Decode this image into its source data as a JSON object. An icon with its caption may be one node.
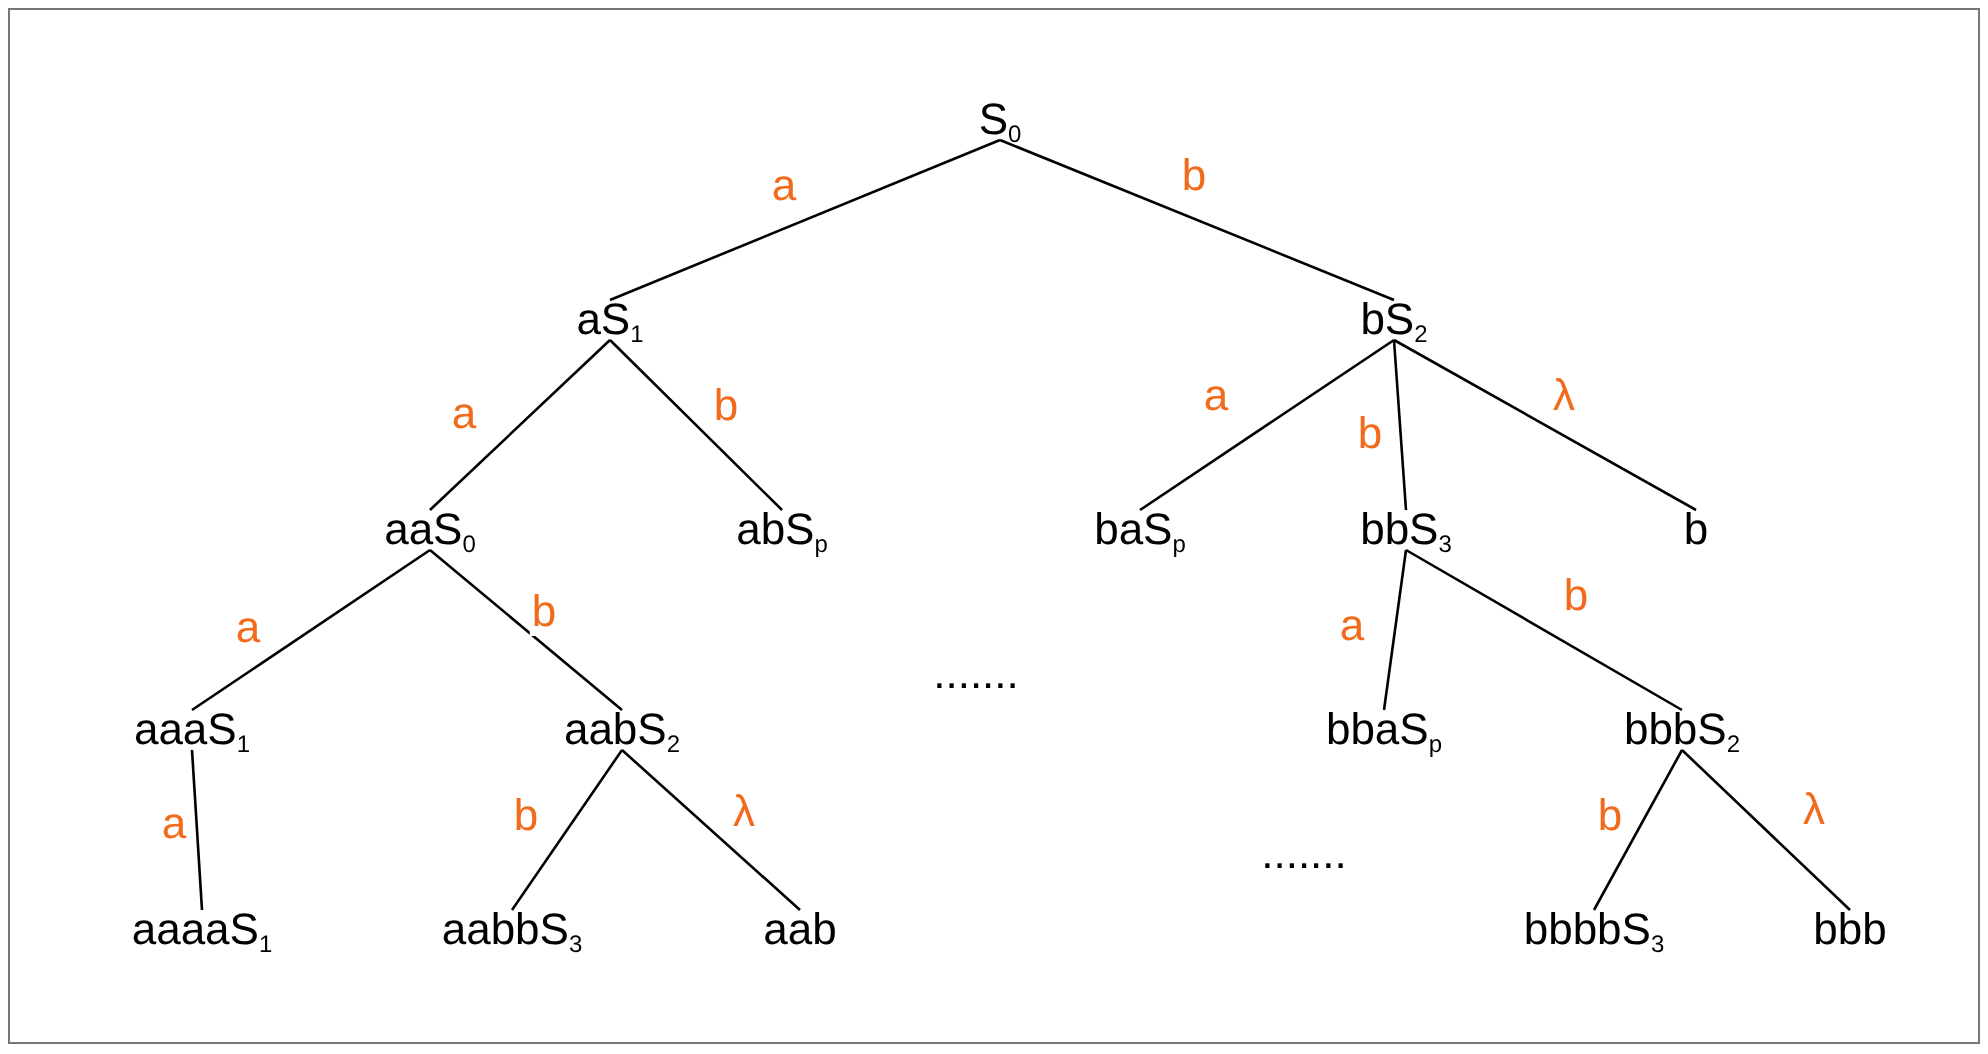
{
  "diagram": {
    "nodes": [
      {
        "text": [
          "S$_{0}$"
        ]
      },
      {
        "text": [
          "aS$_{1}$"
        ]
      },
      {
        "text": [
          "bS$_{2}$"
        ]
      },
      {
        "text": [
          "aaS$_{0}$"
        ]
      },
      {
        "text": [
          "abS$_{p}$"
        ]
      },
      {
        "text": [
          "baS$_{p}$"
        ]
      },
      {
        "text": [
          "bbS$_{3}$"
        ]
      },
      {
        "text": [
          "b"
        ]
      },
      {
        "text": [
          "aaaS$_{1}$"
        ]
      },
      {
        "text": [
          "aabS$_{2}$"
        ]
      },
      {
        "text": [
          "bbaS$_{p}$"
        ]
      },
      {
        "text": [
          "bbbS$_{2}$"
        ]
      },
      {
        "text": [
          "aaaaS$_{1}$"
        ]
      },
      {
        "text": [
          "aabbS$_{3}$"
        ]
      },
      {
        "text": [
          "aab"
        ]
      },
      {
        "text": [
          "bbbbS$_{3}$"
        ]
      },
      {
        "text": [
          "bbb"
        ]
      }
    ],
    "edges": [
      {
        "from": 0,
        "to": 1,
        "arrow": "none",
        "label": "a"
      },
      {
        "from": 0,
        "to": 2,
        "arrow": "none",
        "label": "b"
      },
      {
        "from": 1,
        "to": 3,
        "arrow": "none",
        "label": "a"
      },
      {
        "from": 1,
        "to": 4,
        "arrow": "none",
        "label": "b"
      },
      {
        "from": 2,
        "to": 5,
        "arrow": "none",
        "label": "a"
      },
      {
        "from": 2,
        "to": 6,
        "arrow": "none",
        "label": "b"
      },
      {
        "from": 2,
        "to": 7,
        "arrow": "none",
        "label": "λ"
      },
      {
        "from": 3,
        "to": 8,
        "arrow": "none",
        "label": "a"
      },
      {
        "from": 3,
        "to": 9,
        "arrow": "none",
        "label": "b"
      },
      {
        "from": 6,
        "to": 10,
        "arrow": "none",
        "label": "a"
      },
      {
        "from": 6,
        "to": 11,
        "arrow": "none",
        "label": "b"
      },
      {
        "from": 8,
        "to": 12,
        "arrow": "none",
        "label": "a"
      },
      {
        "from": 9,
        "to": 13,
        "arrow": "none",
        "label": "b"
      },
      {
        "from": 9,
        "to": 14,
        "arrow": "none",
        "label": "λ"
      },
      {
        "from": 11,
        "to": 15,
        "arrow": "none",
        "label": "b"
      },
      {
        "from": 11,
        "to": 16,
        "arrow": "none",
        "label": "λ"
      }
    ],
    "labels": [
      ".......",
      "......."
    ]
  }
}
